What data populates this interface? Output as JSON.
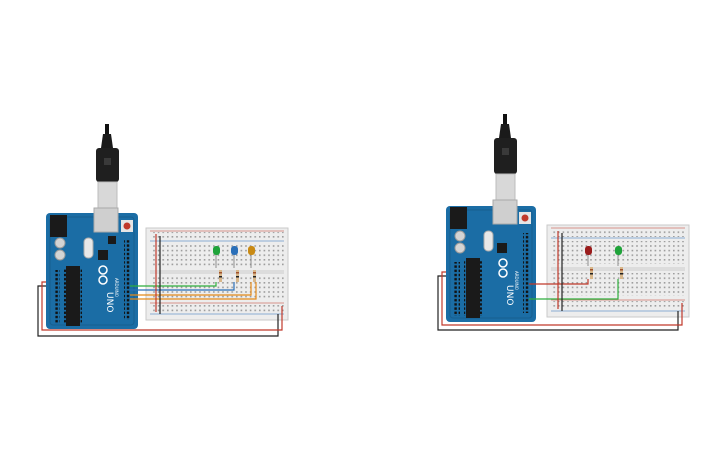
{
  "canvas": {
    "background": "#ffffff"
  },
  "circuits": [
    {
      "id": "circuit-left",
      "board": {
        "model": "UNO",
        "brand_mark": "ARDUINO",
        "color": "#1b6da5"
      },
      "leds": [
        {
          "color_name": "green",
          "hex": "#1fa33a"
        },
        {
          "color_name": "blue",
          "hex": "#2a6fb8"
        },
        {
          "color_name": "orange",
          "hex": "#c98a14"
        }
      ],
      "resistor_count": 3,
      "wire_colors": [
        "#2fae3d",
        "#2a6fb8",
        "#e48a1b",
        "#c0392b",
        "#222222"
      ]
    },
    {
      "id": "circuit-right",
      "board": {
        "model": "UNO",
        "brand_mark": "ARDUINO",
        "color": "#1b6da5"
      },
      "leds": [
        {
          "color_name": "red",
          "hex": "#9a1c1c"
        },
        {
          "color_name": "green",
          "hex": "#1fa33a"
        }
      ],
      "resistor_count": 2,
      "wire_colors": [
        "#c0392b",
        "#2fae3d",
        "#222222"
      ]
    }
  ],
  "icons": {
    "usb_cable": "usb-cable-icon",
    "breadboard": "breadboard-icon",
    "arduino": "arduino-board-icon"
  }
}
